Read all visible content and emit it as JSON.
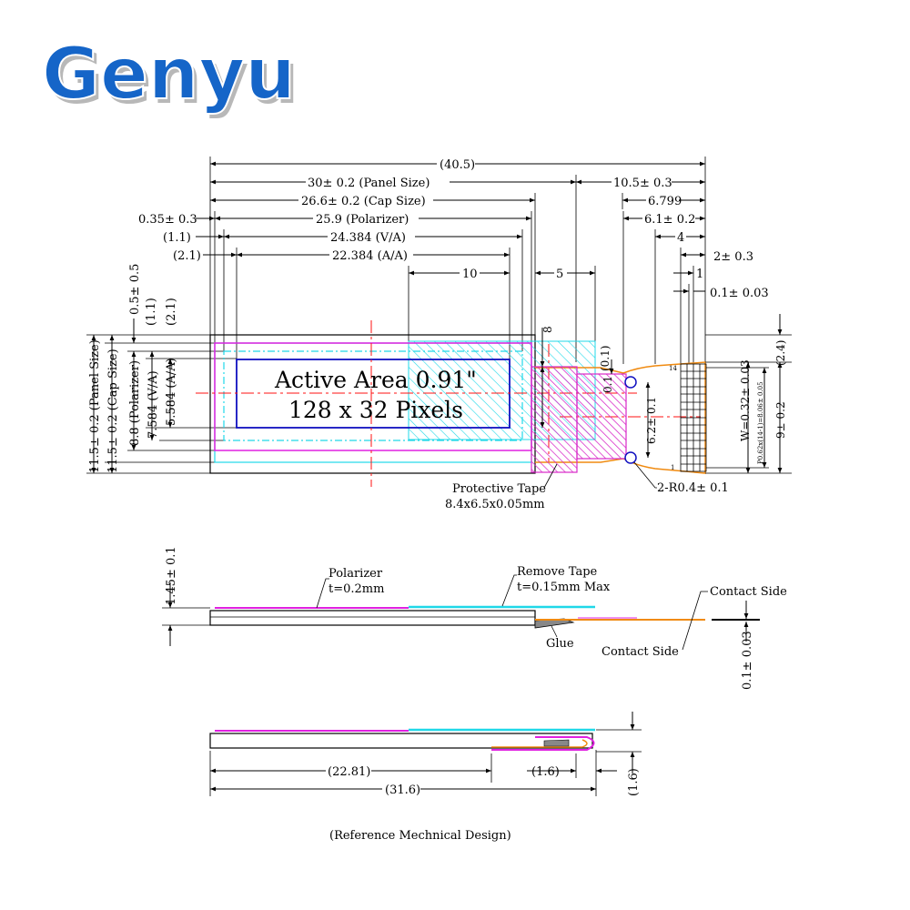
{
  "logo": {
    "text": "Genyu",
    "color": "#1565c8"
  },
  "colors": {
    "magenta": "#e020e0",
    "cyan": "#20d8e8",
    "blue": "#1010c0",
    "red": "#ff1010",
    "orange": "#f08a10",
    "hatch_magenta": "#d828c8"
  },
  "top_view": {
    "horizontal_dims": {
      "overall": "(40.5)",
      "panel": "30± 0.2 (Panel Size)",
      "fpc_len": "10.5± 0.3",
      "cap": "26.6± 0.2 (Cap Size)",
      "fpc_6799": "6.799",
      "polarizer_off": "0.35± 0.3",
      "polarizer": "25.9 (Polarizer)",
      "fpc_61": "6.1± 0.2",
      "va_off": "(1.1)",
      "va": "24.384 (V/A)",
      "fpc_4": "4",
      "aa_off": "(2.1)",
      "aa": "22.384 (A/A)",
      "fpc_2": "2± 0.3",
      "tape_10": "10",
      "tape_5": "5",
      "pin_1": "1",
      "pin_01": "0.1± 0.03"
    },
    "vertical_dims": {
      "pol_off": "0.5± 0.5",
      "va_off": "(1.1)",
      "aa_off": "(2.1)",
      "panel": "11.5± 0.2 (Panel Size)",
      "cap": "11.5± 0.2 (Cap Size)",
      "polarizer": "8.8 (Polarizer)",
      "va": "7.584 (V/A)",
      "aa": "5.584 (A/A)",
      "tape_8": "8",
      "fpc_01": "(0.1)",
      "fpc_01b": "0.1",
      "fpc_62": "6.2± 0.1",
      "w_pin": "W=0.32± 0.03",
      "pitch": "P0.62x(14-1)=8.06± 0.05",
      "fpc_9": "9± 0.2",
      "fpc_24": "(2.4)"
    },
    "active_area": {
      "line1": "Active Area 0.91\"",
      "line2": "128 x 32 Pixels"
    },
    "pin_labels": {
      "first": "14",
      "last": "1"
    },
    "protective_tape": {
      "line1": "Protective Tape",
      "line2": "8.4x6.5x0.05mm"
    },
    "radius_label": "2-R0.4± 0.1"
  },
  "side_view": {
    "thickness": "1.45± 0.1",
    "polarizer": {
      "line1": "Polarizer",
      "line2": "t=0.2mm"
    },
    "remove_tape": {
      "line1": "Remove Tape",
      "line2": "t=0.15mm Max"
    },
    "glue": "Glue",
    "contact_side_a": "Contact Side",
    "contact_side_b": "Contact Side",
    "fpc_thickness": "0.1± 0.03"
  },
  "folded_view": {
    "dim_2281": "(22.81)",
    "dim_316": "(31.6)",
    "dim_16a": "(1.6)",
    "dim_16b": "(1.6)"
  },
  "caption": "(Reference Mechnical Design)"
}
